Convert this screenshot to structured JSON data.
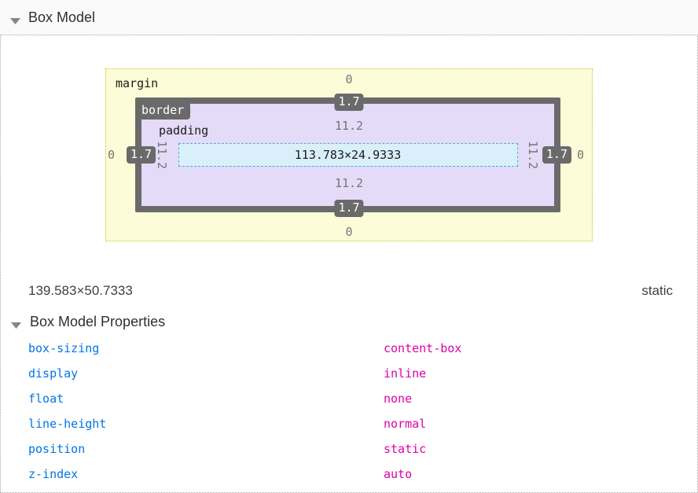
{
  "header": {
    "title": "Box Model"
  },
  "diagram": {
    "labels": {
      "margin": "margin",
      "border": "border",
      "padding": "padding"
    },
    "values": {
      "margin_top": "0",
      "margin_bottom": "0",
      "margin_left": "0",
      "margin_right": "0",
      "border_top": "1.7",
      "border_bottom": "1.7",
      "border_left": "1.7",
      "border_right": "1.7",
      "padding_top": "11.2",
      "padding_bottom": "11.2",
      "padding_left": "11.2",
      "padding_right": "11.2",
      "content_size": "113.783×24.9333"
    },
    "colors": {
      "margin_fill": "#fcfcd8",
      "margin_border": "#c6c632",
      "border_fill": "#6a6a6a",
      "padding_fill": "#e4dbf8",
      "content_fill": "#d9f0fb",
      "content_border": "#55a7d5"
    }
  },
  "summary": {
    "element_size": "139.583×50.7333",
    "position": "static"
  },
  "properties_section": {
    "title": "Box Model Properties",
    "properties": [
      {
        "name": "box-sizing",
        "value": "content-box"
      },
      {
        "name": "display",
        "value": "inline"
      },
      {
        "name": "float",
        "value": "none"
      },
      {
        "name": "line-height",
        "value": "normal"
      },
      {
        "name": "position",
        "value": "static"
      },
      {
        "name": "z-index",
        "value": "auto"
      }
    ],
    "colors": {
      "property_name": "#0074e8",
      "property_value": "#dd00a9"
    }
  }
}
